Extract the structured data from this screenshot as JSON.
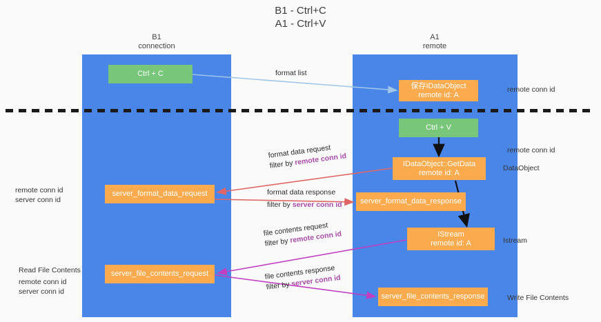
{
  "title": {
    "line1": "B1 - Ctrl+C",
    "line2": "A1 - Ctrl+V"
  },
  "lanes": [
    {
      "id": "b1",
      "name": "B1",
      "role": "connection",
      "color": "#4a86e8"
    },
    {
      "id": "a1",
      "name": "A1",
      "role": "remote",
      "color": "#4a86e8"
    }
  ],
  "boxes": {
    "ctrl_c": {
      "label": "Ctrl + C",
      "color": "#77c679"
    },
    "save_idataobject": {
      "line1": "保存IDataObject",
      "line2": "remote id: A",
      "color": "#fbab4e"
    },
    "ctrl_v": {
      "label": "Ctrl + V",
      "color": "#77c679"
    },
    "getdata": {
      "line1": "IDataObject::GetData",
      "line2": "remote id: A",
      "color": "#fbab4e"
    },
    "server_format_data_request": {
      "label": "server_format_data_request",
      "color": "#fbab4e"
    },
    "server_format_data_response": {
      "label": "server_format_data_response",
      "color": "#fbab4e"
    },
    "istream": {
      "line1": "IStream",
      "line2": "remote id: A",
      "color": "#fbab4e"
    },
    "server_file_contents_request": {
      "label": "server_file_contents_request",
      "color": "#fbab4e"
    },
    "server_file_contents_response": {
      "label": "server_file_contents_response",
      "color": "#fbab4e"
    }
  },
  "edges": {
    "format_list": {
      "label": "format list",
      "color": "#9fc5e8"
    },
    "format_data_request": {
      "line1": "format data request",
      "filter_prefix": "filter by ",
      "filter_key": "remote conn id",
      "color": "#e06666"
    },
    "format_data_response": {
      "line1": "format data response",
      "filter_prefix": "filter by ",
      "filter_key": "server conn id",
      "color": "#e06666"
    },
    "file_contents_request": {
      "line1": "file contents request",
      "filter_prefix": "filter by ",
      "filter_key": "remote conn id",
      "color": "#c13fc1"
    },
    "file_contents_response": {
      "line1": "file contents response",
      "filter_prefix": "filter by ",
      "filter_key": "server conn id",
      "color": "#c13fc1"
    }
  },
  "annotations": {
    "right_top_remote_conn_id": "remote conn id",
    "right_mid_remote_conn_id": "remote conn id",
    "right_dataobject": "DataObject",
    "right_istream": "Istream",
    "right_write_file_contents": "Write File Contents",
    "left_remote_conn_id": "remote conn id",
    "left_server_conn_id": "server conn id",
    "left_read_file_contents": "Read File Contents",
    "left_bottom_remote_conn_id": "remote conn id",
    "left_bottom_server_conn_id": "server conn id"
  },
  "colors": {
    "lane": "#4a86e8",
    "green_box": "#77c679",
    "orange_box": "#fbab4e",
    "purple_text": "#a64ca6",
    "green_text": "#6aa84f",
    "red_arrow": "#e06666",
    "magenta_arrow": "#c13fc1",
    "blue_arrow": "#9fc5e8",
    "black_arrow": "#000000",
    "background": "#fafafa"
  }
}
